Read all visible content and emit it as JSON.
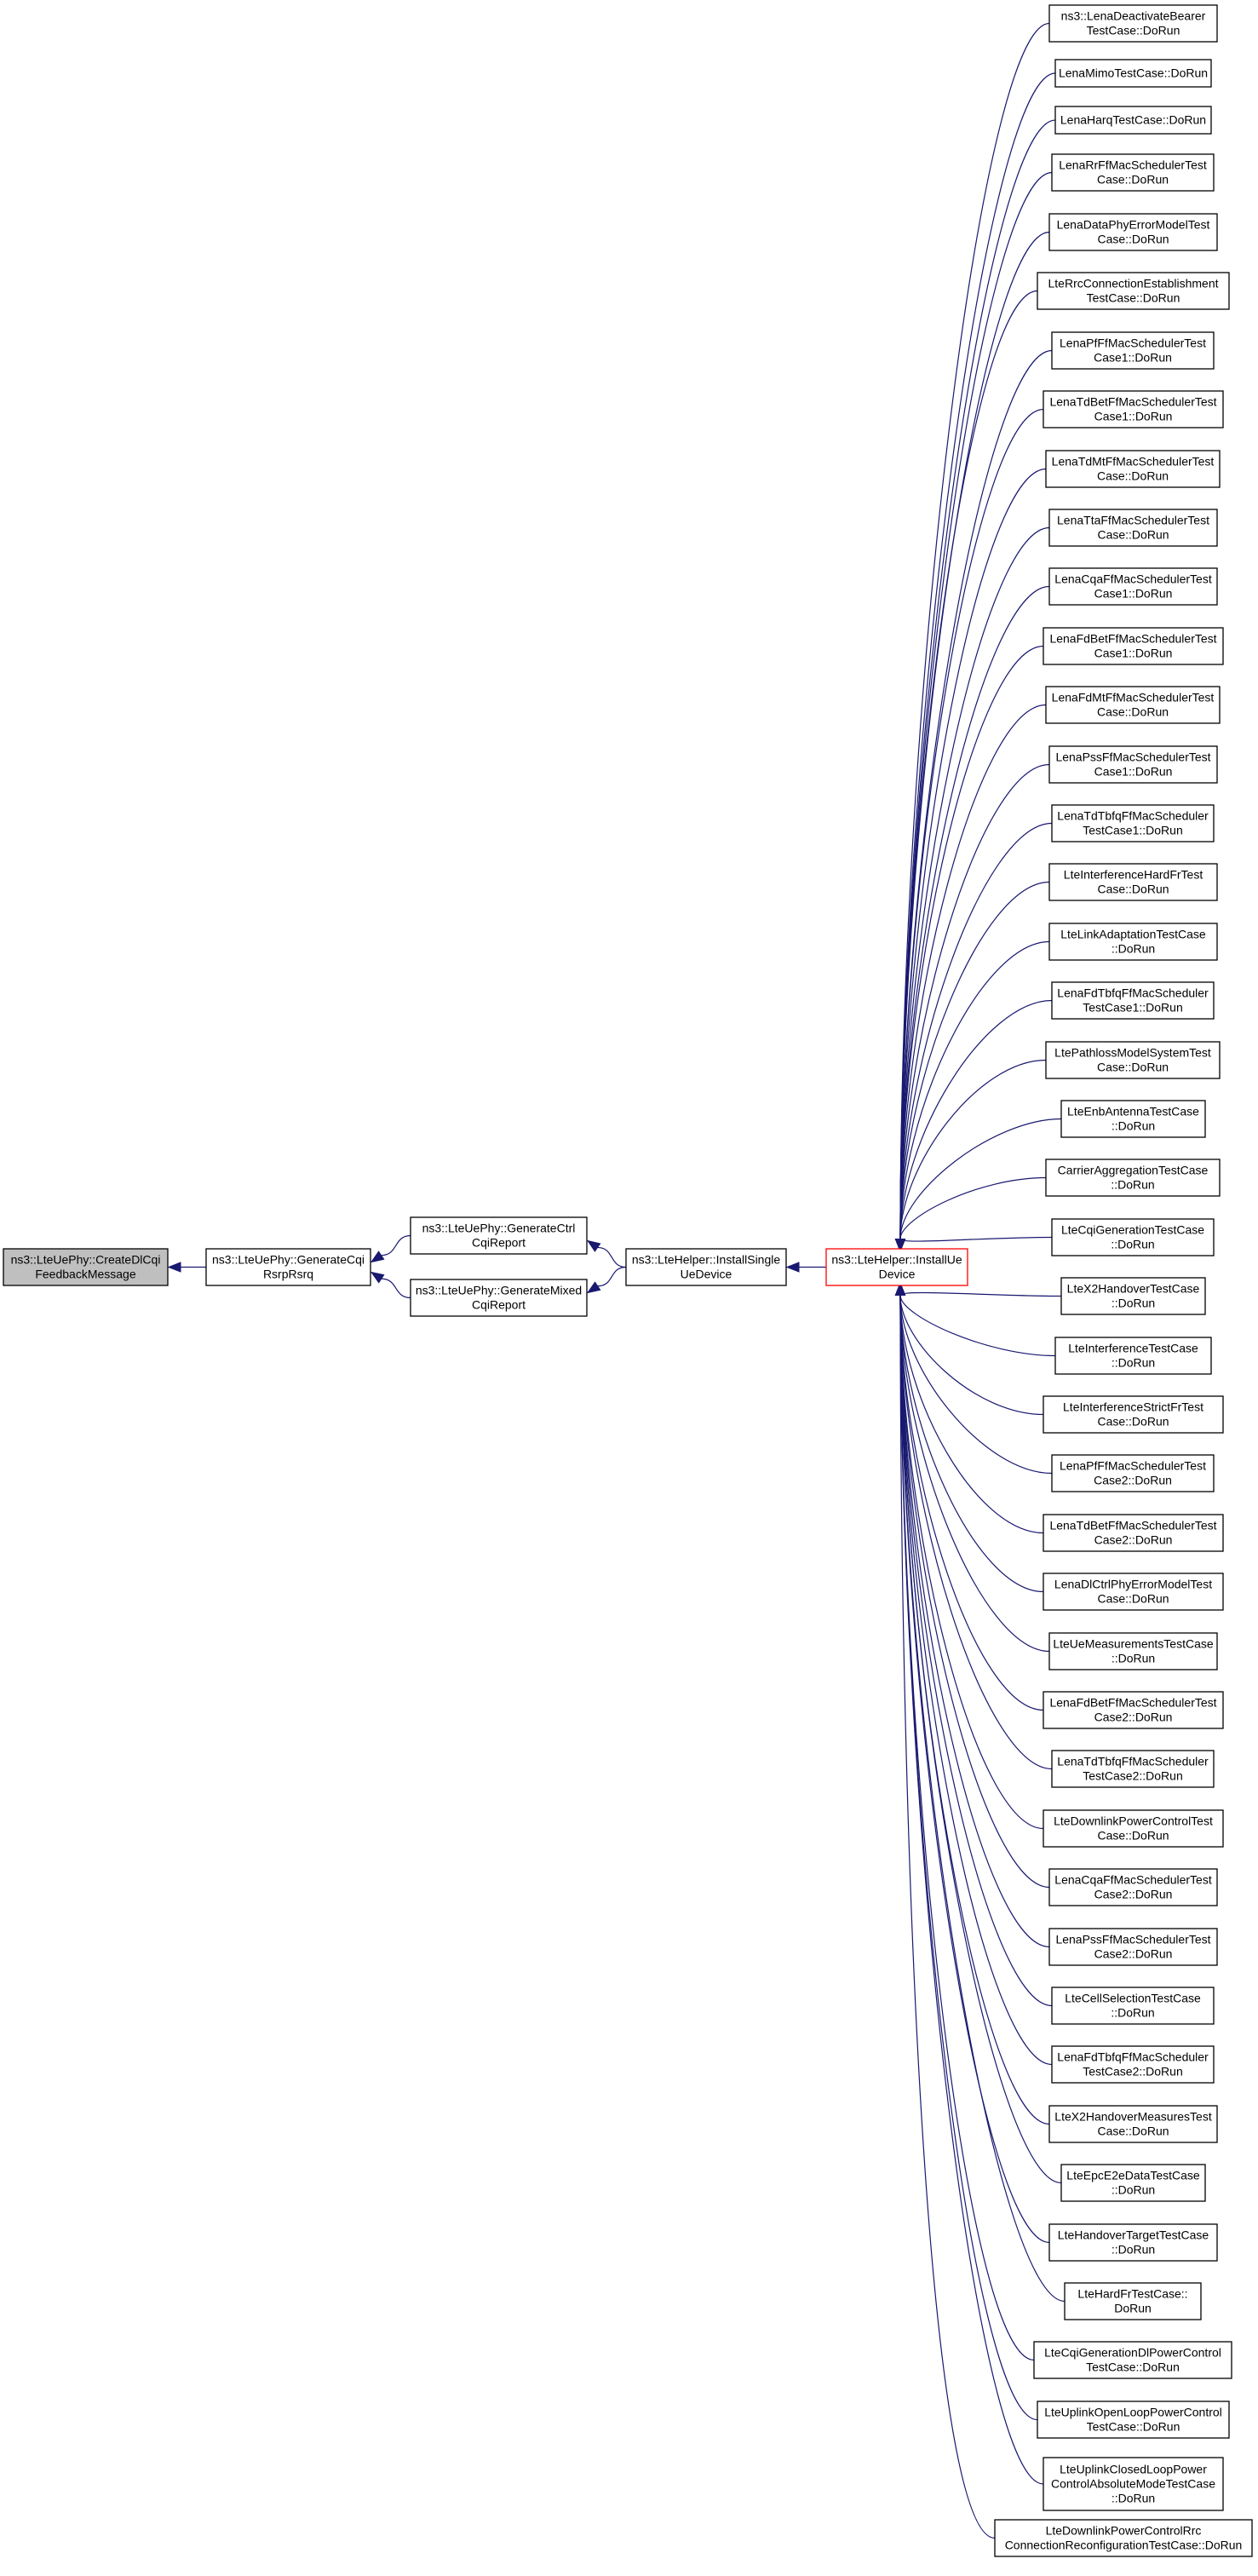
{
  "graph": {
    "colors": {
      "edge": "#191970",
      "root_fill": "#bfbfbf",
      "highlight_border": "#ff0000",
      "node_fill": "#ffffff"
    },
    "nodes": [
      {
        "id": "root",
        "lines": [
          "ns3::LteUePhy::CreateDlCqi",
          "FeedbackMessage"
        ]
      },
      {
        "id": "gen_cqi_rsrp",
        "lines": [
          "ns3::LteUePhy::GenerateCqi",
          "RsrpRsrq"
        ]
      },
      {
        "id": "gen_ctrl",
        "lines": [
          "ns3::LteUePhy::GenerateCtrl",
          "CqiReport"
        ]
      },
      {
        "id": "gen_mixed",
        "lines": [
          "ns3::LteUePhy::GenerateMixed",
          "CqiReport"
        ]
      },
      {
        "id": "install_single",
        "lines": [
          "ns3::LteHelper::InstallSingle",
          "UeDevice"
        ]
      },
      {
        "id": "install_ue",
        "lines": [
          "ns3::LteHelper::InstallUe",
          "Device"
        ]
      },
      {
        "id": "c1",
        "lines": [
          "ns3::LenaDeactivateBearer",
          "TestCase::DoRun"
        ]
      },
      {
        "id": "c2",
        "lines": [
          "LenaMimoTestCase::DoRun"
        ]
      },
      {
        "id": "c3",
        "lines": [
          "LenaHarqTestCase::DoRun"
        ]
      },
      {
        "id": "c4",
        "lines": [
          "LenaRrFfMacSchedulerTest",
          "Case::DoRun"
        ]
      },
      {
        "id": "c5",
        "lines": [
          "LenaDataPhyErrorModelTest",
          "Case::DoRun"
        ]
      },
      {
        "id": "c6",
        "lines": [
          "LteRrcConnectionEstablishment",
          "TestCase::DoRun"
        ]
      },
      {
        "id": "c7",
        "lines": [
          "LenaPfFfMacSchedulerTest",
          "Case1::DoRun"
        ]
      },
      {
        "id": "c8",
        "lines": [
          "LenaTdBetFfMacSchedulerTest",
          "Case1::DoRun"
        ]
      },
      {
        "id": "c9",
        "lines": [
          "LenaTdMtFfMacSchedulerTest",
          "Case::DoRun"
        ]
      },
      {
        "id": "c10",
        "lines": [
          "LenaTtaFfMacSchedulerTest",
          "Case::DoRun"
        ]
      },
      {
        "id": "c11",
        "lines": [
          "LenaCqaFfMacSchedulerTest",
          "Case1::DoRun"
        ]
      },
      {
        "id": "c12",
        "lines": [
          "LenaFdBetFfMacSchedulerTest",
          "Case1::DoRun"
        ]
      },
      {
        "id": "c13",
        "lines": [
          "LenaFdMtFfMacSchedulerTest",
          "Case::DoRun"
        ]
      },
      {
        "id": "c14",
        "lines": [
          "LenaPssFfMacSchedulerTest",
          "Case1::DoRun"
        ]
      },
      {
        "id": "c15",
        "lines": [
          "LenaTdTbfqFfMacScheduler",
          "TestCase1::DoRun"
        ]
      },
      {
        "id": "c16",
        "lines": [
          "LteInterferenceHardFrTest",
          "Case::DoRun"
        ]
      },
      {
        "id": "c17",
        "lines": [
          "LteLinkAdaptationTestCase",
          "::DoRun"
        ]
      },
      {
        "id": "c18",
        "lines": [
          "LenaFdTbfqFfMacScheduler",
          "TestCase1::DoRun"
        ]
      },
      {
        "id": "c19",
        "lines": [
          "LtePathlossModelSystemTest",
          "Case::DoRun"
        ]
      },
      {
        "id": "c20",
        "lines": [
          "LteEnbAntennaTestCase",
          "::DoRun"
        ]
      },
      {
        "id": "c21",
        "lines": [
          "CarrierAggregationTestCase",
          "::DoRun"
        ]
      },
      {
        "id": "c22",
        "lines": [
          "LteCqiGenerationTestCase",
          "::DoRun"
        ]
      },
      {
        "id": "c23",
        "lines": [
          "LteX2HandoverTestCase",
          "::DoRun"
        ]
      },
      {
        "id": "c24",
        "lines": [
          "LteInterferenceTestCase",
          "::DoRun"
        ]
      },
      {
        "id": "c25",
        "lines": [
          "LteInterferenceStrictFrTest",
          "Case::DoRun"
        ]
      },
      {
        "id": "c26",
        "lines": [
          "LenaPfFfMacSchedulerTest",
          "Case2::DoRun"
        ]
      },
      {
        "id": "c27",
        "lines": [
          "LenaTdBetFfMacSchedulerTest",
          "Case2::DoRun"
        ]
      },
      {
        "id": "c28",
        "lines": [
          "LenaDlCtrlPhyErrorModelTest",
          "Case::DoRun"
        ]
      },
      {
        "id": "c29",
        "lines": [
          "LteUeMeasurementsTestCase",
          "::DoRun"
        ]
      },
      {
        "id": "c30",
        "lines": [
          "LenaFdBetFfMacSchedulerTest",
          "Case2::DoRun"
        ]
      },
      {
        "id": "c31",
        "lines": [
          "LenaTdTbfqFfMacScheduler",
          "TestCase2::DoRun"
        ]
      },
      {
        "id": "c32",
        "lines": [
          "LteDownlinkPowerControlTest",
          "Case::DoRun"
        ]
      },
      {
        "id": "c33",
        "lines": [
          "LenaCqaFfMacSchedulerTest",
          "Case2::DoRun"
        ]
      },
      {
        "id": "c34",
        "lines": [
          "LenaPssFfMacSchedulerTest",
          "Case2::DoRun"
        ]
      },
      {
        "id": "c35",
        "lines": [
          "LteCellSelectionTestCase",
          "::DoRun"
        ]
      },
      {
        "id": "c36",
        "lines": [
          "LenaFdTbfqFfMacScheduler",
          "TestCase2::DoRun"
        ]
      },
      {
        "id": "c37",
        "lines": [
          "LteX2HandoverMeasuresTest",
          "Case::DoRun"
        ]
      },
      {
        "id": "c38",
        "lines": [
          "LteEpcE2eDataTestCase",
          "::DoRun"
        ]
      },
      {
        "id": "c39",
        "lines": [
          "LteHandoverTargetTestCase",
          "::DoRun"
        ]
      },
      {
        "id": "c40",
        "lines": [
          "LteHardFrTestCase::",
          "DoRun"
        ]
      },
      {
        "id": "c41",
        "lines": [
          "LteCqiGenerationDlPowerControl",
          "TestCase::DoRun"
        ]
      },
      {
        "id": "c42",
        "lines": [
          "LteUplinkOpenLoopPowerControl",
          "TestCase::DoRun"
        ]
      },
      {
        "id": "c43",
        "lines": [
          "LteUplinkClosedLoopPower",
          "ControlAbsoluteModeTestCase",
          "::DoRun"
        ]
      },
      {
        "id": "c44",
        "lines": [
          "LteDownlinkPowerControlRrc",
          "ConnectionReconfigurationTestCase::DoRun"
        ]
      }
    ],
    "edges": [
      [
        "gen_cqi_rsrp",
        "root"
      ],
      [
        "gen_ctrl",
        "gen_cqi_rsrp"
      ],
      [
        "gen_mixed",
        "gen_cqi_rsrp"
      ],
      [
        "install_single",
        "gen_ctrl"
      ],
      [
        "install_single",
        "gen_mixed"
      ],
      [
        "install_ue",
        "install_single"
      ],
      [
        "c1",
        "install_ue"
      ],
      [
        "c2",
        "install_ue"
      ],
      [
        "c3",
        "install_ue"
      ],
      [
        "c4",
        "install_ue"
      ],
      [
        "c5",
        "install_ue"
      ],
      [
        "c6",
        "install_ue"
      ],
      [
        "c7",
        "install_ue"
      ],
      [
        "c8",
        "install_ue"
      ],
      [
        "c9",
        "install_ue"
      ],
      [
        "c10",
        "install_ue"
      ],
      [
        "c11",
        "install_ue"
      ],
      [
        "c12",
        "install_ue"
      ],
      [
        "c13",
        "install_ue"
      ],
      [
        "c14",
        "install_ue"
      ],
      [
        "c15",
        "install_ue"
      ],
      [
        "c16",
        "install_ue"
      ],
      [
        "c17",
        "install_ue"
      ],
      [
        "c18",
        "install_ue"
      ],
      [
        "c19",
        "install_ue"
      ],
      [
        "c20",
        "install_ue"
      ],
      [
        "c21",
        "install_ue"
      ],
      [
        "c22",
        "install_ue"
      ],
      [
        "c23",
        "install_ue"
      ],
      [
        "c24",
        "install_ue"
      ],
      [
        "c25",
        "install_ue"
      ],
      [
        "c26",
        "install_ue"
      ],
      [
        "c27",
        "install_ue"
      ],
      [
        "c28",
        "install_ue"
      ],
      [
        "c29",
        "install_ue"
      ],
      [
        "c30",
        "install_ue"
      ],
      [
        "c31",
        "install_ue"
      ],
      [
        "c32",
        "install_ue"
      ],
      [
        "c33",
        "install_ue"
      ],
      [
        "c34",
        "install_ue"
      ],
      [
        "c35",
        "install_ue"
      ],
      [
        "c36",
        "install_ue"
      ],
      [
        "c37",
        "install_ue"
      ],
      [
        "c38",
        "install_ue"
      ],
      [
        "c39",
        "install_ue"
      ],
      [
        "c40",
        "install_ue"
      ],
      [
        "c41",
        "install_ue"
      ],
      [
        "c42",
        "install_ue"
      ],
      [
        "c43",
        "install_ue"
      ],
      [
        "c44",
        "install_ue"
      ]
    ]
  }
}
